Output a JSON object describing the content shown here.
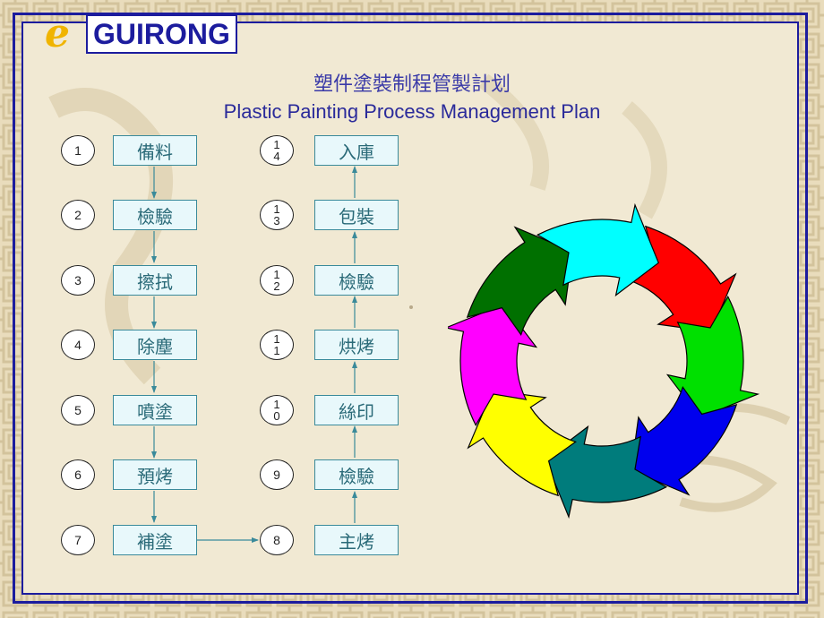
{
  "logo": {
    "e": "e",
    "brand": "GUIRONG"
  },
  "title": {
    "chinese": "塑件塗裝制程管製計划",
    "english": "Plastic Painting Process Management Plan"
  },
  "left_column": [
    {
      "num": "1",
      "label": "備料"
    },
    {
      "num": "2",
      "label": "檢驗"
    },
    {
      "num": "3",
      "label": "擦拭"
    },
    {
      "num": "4",
      "label": "除塵"
    },
    {
      "num": "5",
      "label": "噴塗"
    },
    {
      "num": "6",
      "label": "預烤"
    },
    {
      "num": "7",
      "label": "補塗"
    }
  ],
  "right_column": [
    {
      "num": "14",
      "label": "入庫"
    },
    {
      "num": "13",
      "label": "包裝"
    },
    {
      "num": "12",
      "label": "檢驗"
    },
    {
      "num": "11",
      "label": "烘烤"
    },
    {
      "num": "10",
      "label": "絲印"
    },
    {
      "num": "9",
      "label": "檢驗"
    },
    {
      "num": "8",
      "label": "主烤"
    }
  ],
  "cycle_colors": [
    "#ff0000",
    "#00e000",
    "#0000ee",
    "#007c7c",
    "#ffff00",
    "#ff00ff",
    "#007000",
    "#00ffff"
  ],
  "frame_color": "#1c1c9e"
}
